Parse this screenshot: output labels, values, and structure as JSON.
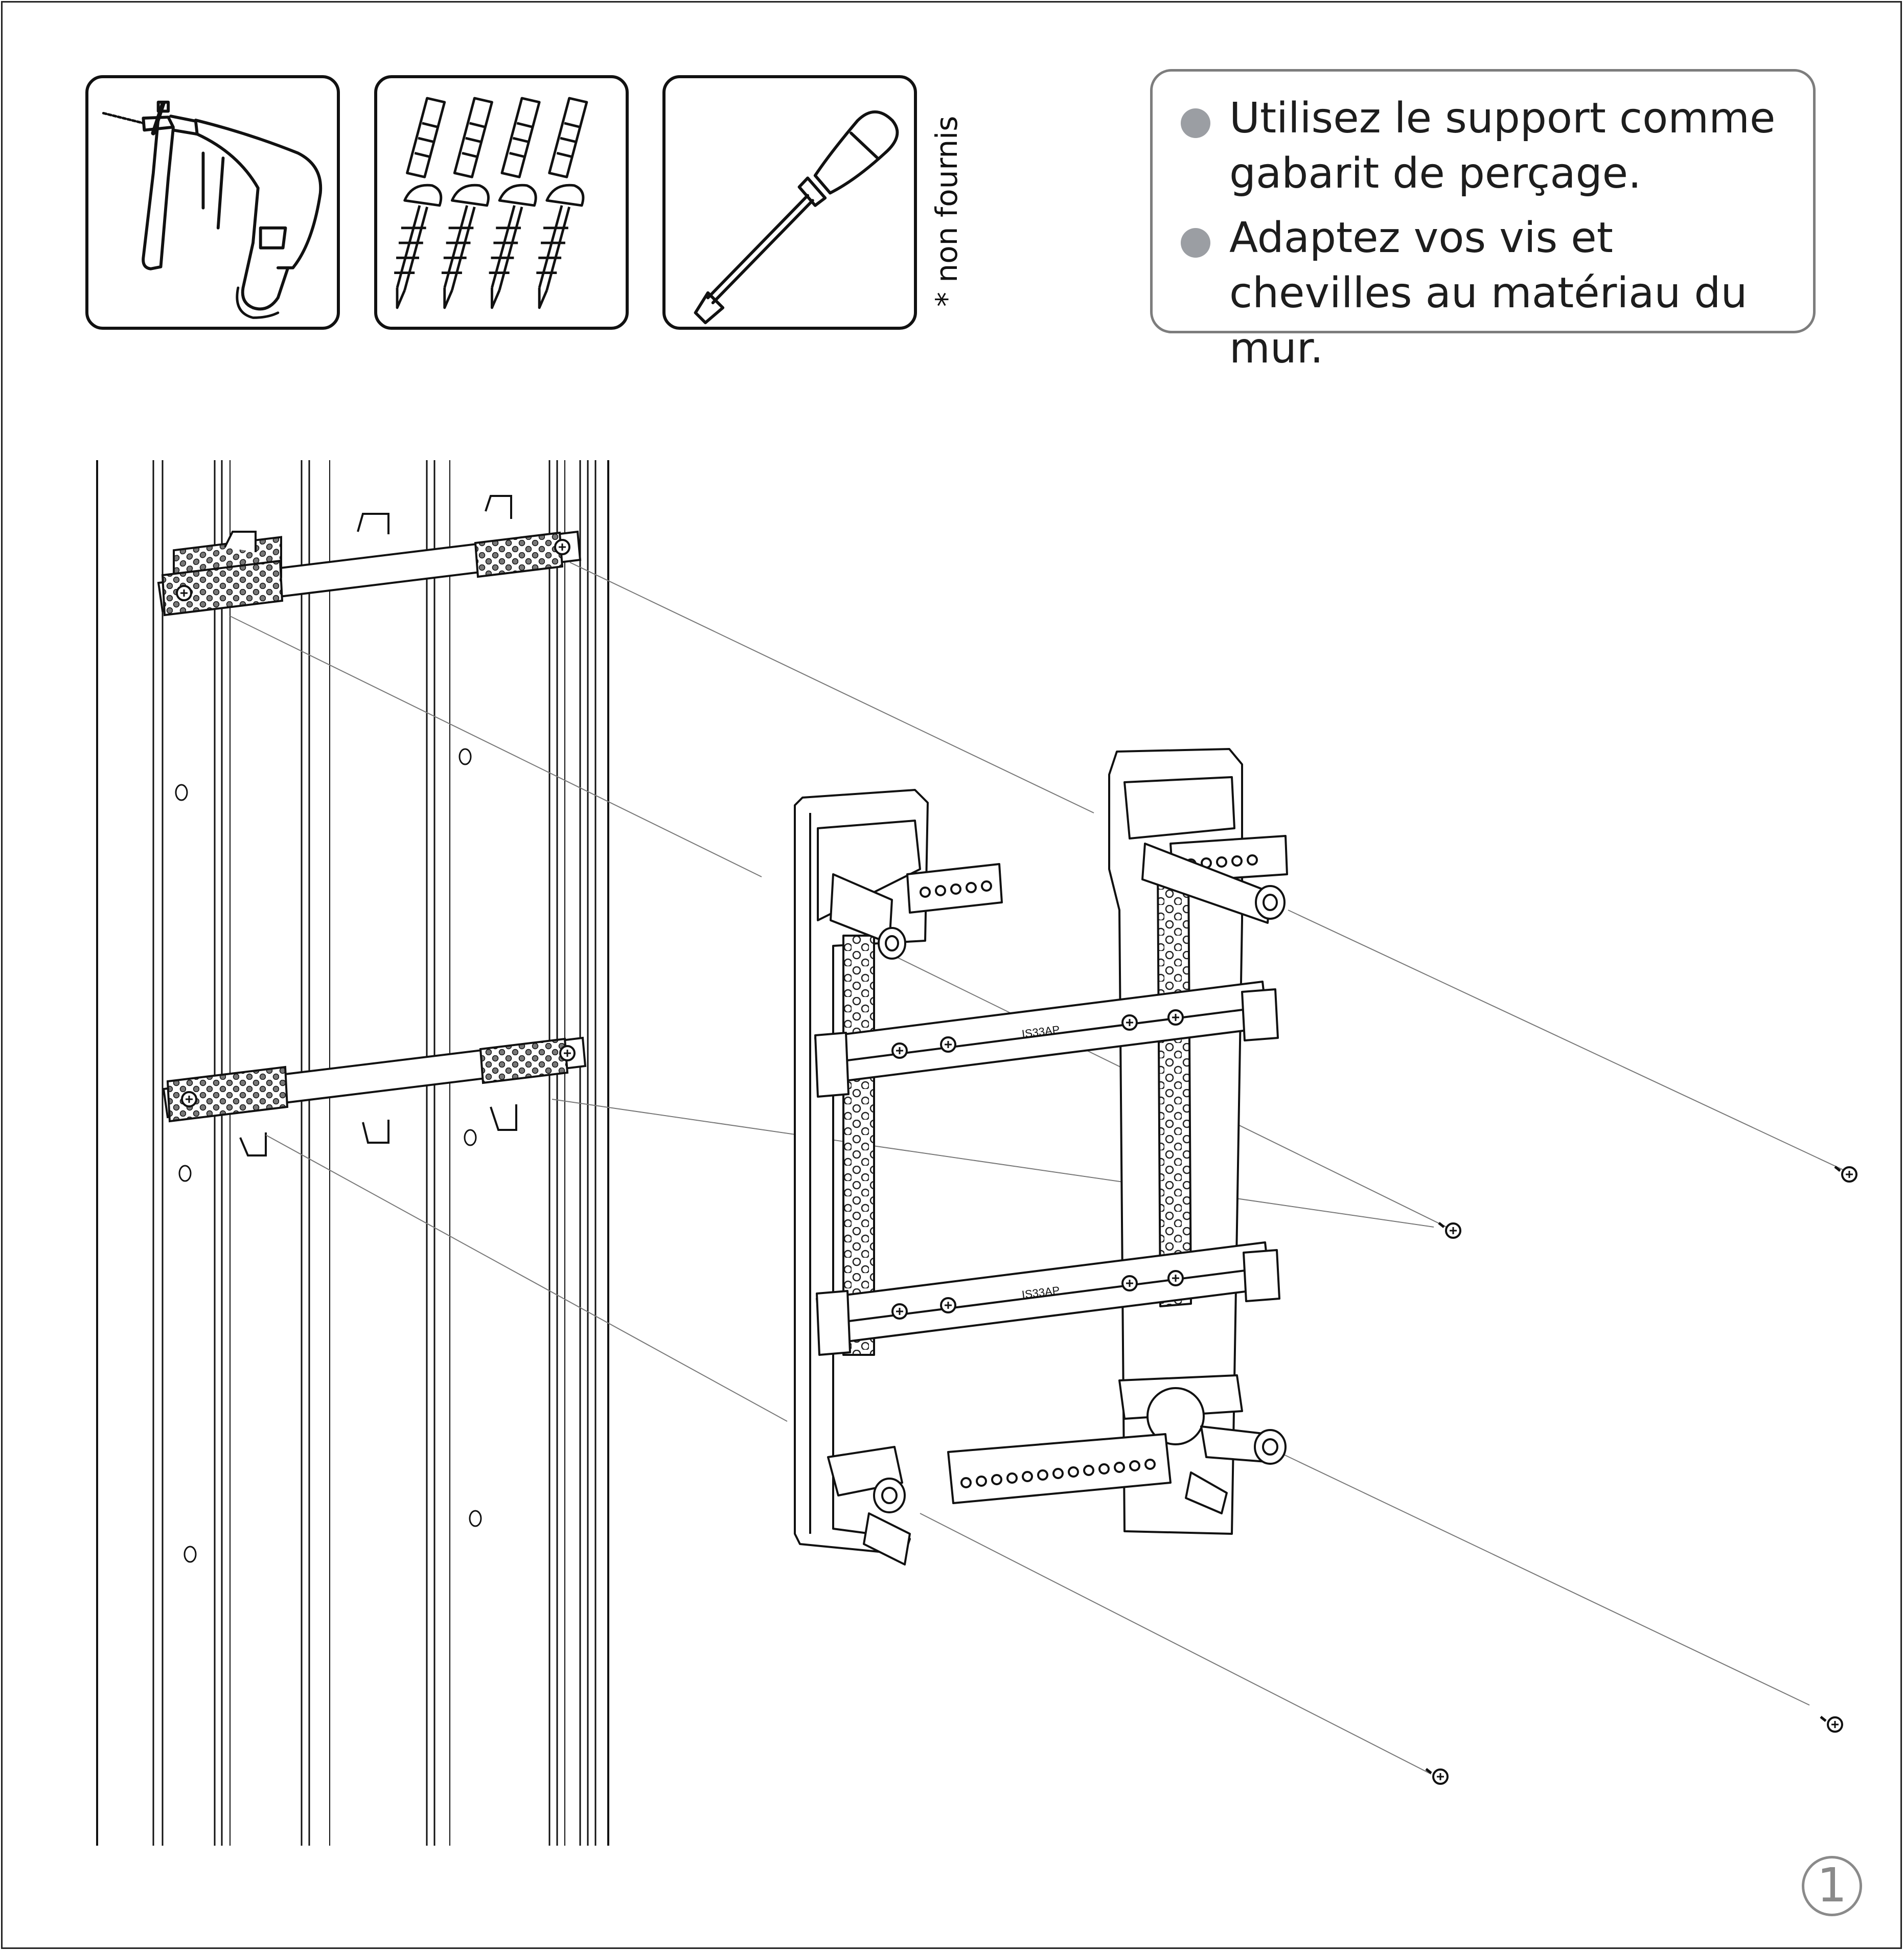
{
  "tools": {
    "footnote": "* non fournis",
    "items": [
      "drill-icon",
      "plugs-and-screws-icon",
      "screwdriver-icon"
    ]
  },
  "instructions": [
    {
      "text": "Utilisez le support comme gabarit de perçage."
    },
    {
      "text": "Adaptez vos vis et chevilles au matériau du mur."
    }
  ],
  "rail_marking": "IS33AP",
  "step_number": "1",
  "colors": {
    "line": "#111111",
    "bullet": "#9b9ea3",
    "info_border": "#7d7d7d",
    "badge": "#8a8a8a"
  }
}
